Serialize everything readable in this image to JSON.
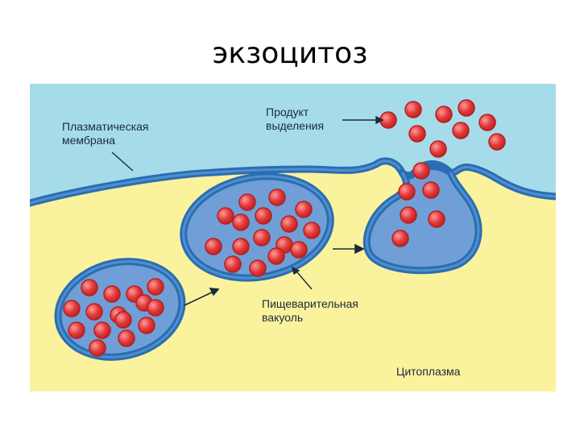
{
  "title": "экзоцитоз",
  "labels": {
    "membrane": [
      "Плазматическая",
      "мембрана"
    ],
    "product": [
      "Продукт",
      "выделения"
    ],
    "vacuole": [
      "Пищеварительная",
      "вакуоль"
    ],
    "cytoplasm": "Цитоплазма"
  },
  "colors": {
    "extracellular": "#a6dcea",
    "cytoplasm": "#fbf29e",
    "membrane": "#2b6db2",
    "vesicle_fill": "#6f9fd6",
    "particle": "#e23b3b",
    "particle_highlight": "#ff8a8a"
  }
}
